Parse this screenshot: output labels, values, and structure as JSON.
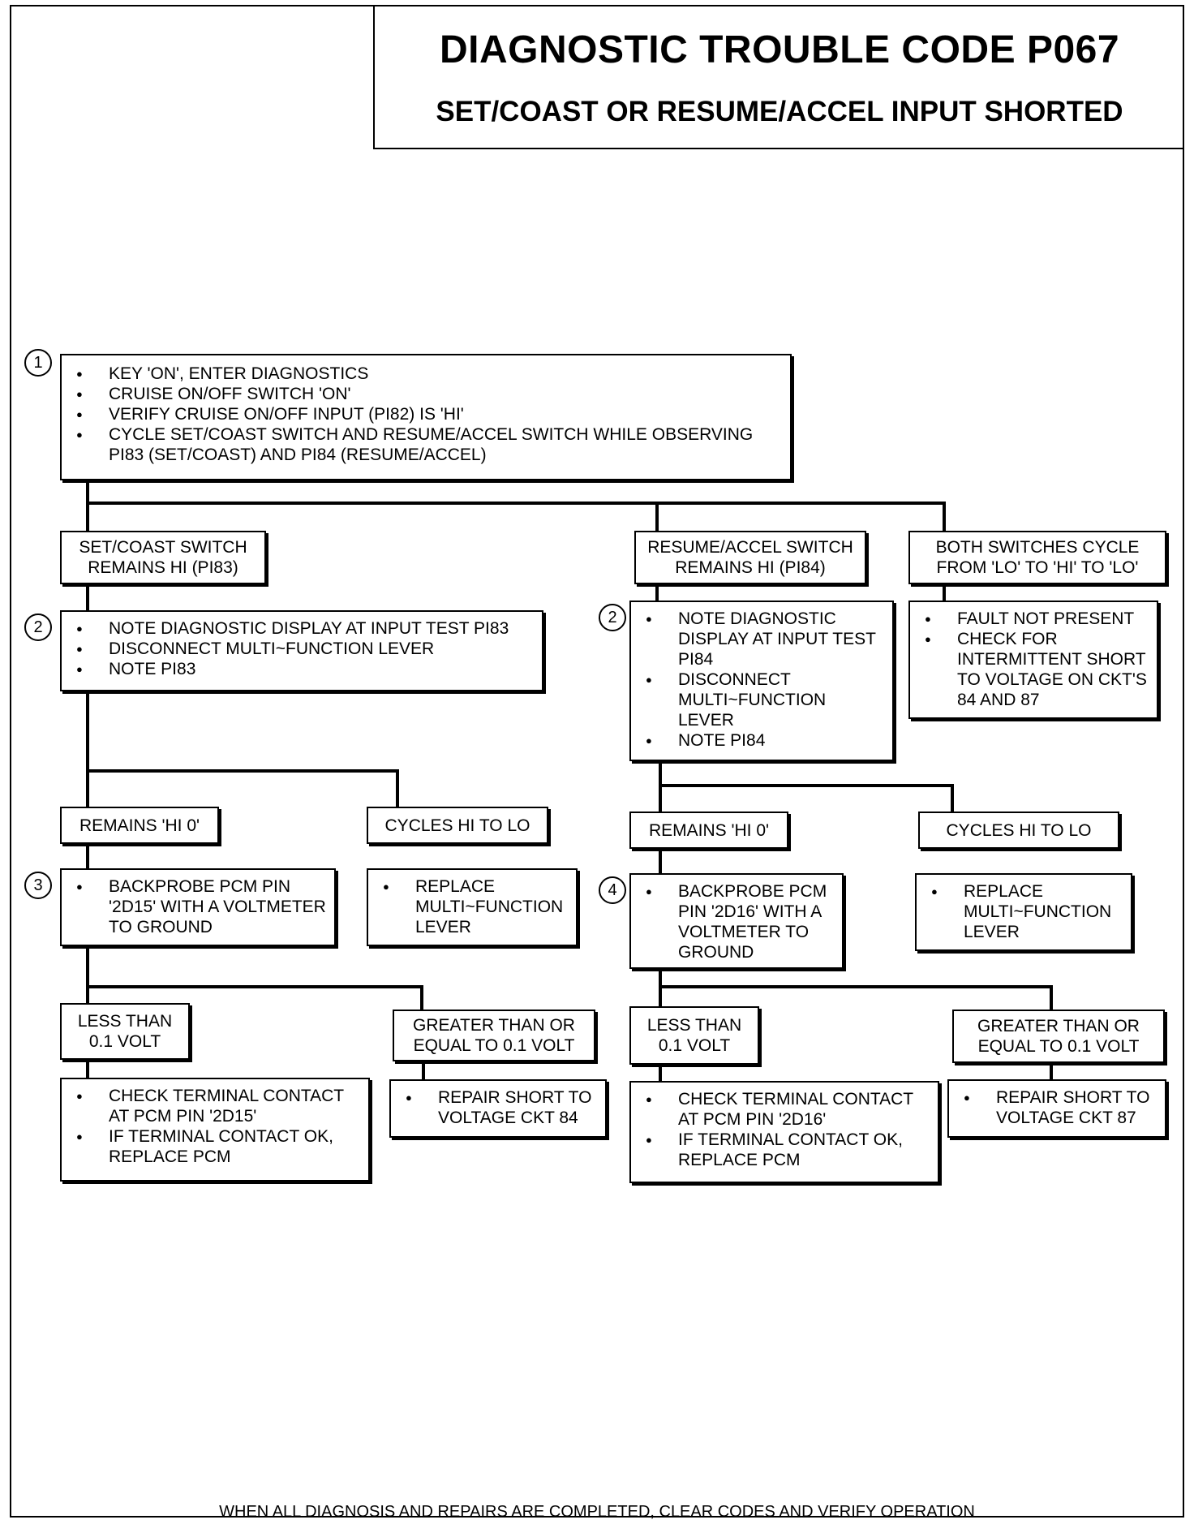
{
  "title": "DIAGNOSTIC TROUBLE CODE P067",
  "subtitle": "SET/COAST OR RESUME/ACCEL INPUT SHORTED",
  "step1": {
    "number": "1",
    "items": [
      "KEY 'ON', ENTER DIAGNOSTICS",
      "CRUISE ON/OFF SWITCH 'ON'",
      "VERIFY CRUISE ON/OFF INPUT (PI82) IS 'HI'",
      "CYCLE SET/COAST SWITCH AND RESUME/ACCEL SWITCH WHILE OBSERVING PI83 (SET/COAST) AND PI84 (RESUME/ACCEL)"
    ]
  },
  "branches": {
    "set_coast": "SET/COAST SWITCH REMAINS HI (PI83)",
    "resume_accel": "RESUME/ACCEL SWITCH REMAINS HI (PI84)",
    "both_cycle": "BOTH SWITCHES CYCLE FROM 'LO' TO 'HI' TO 'LO'"
  },
  "step2_left": {
    "number": "2",
    "items": [
      "NOTE DIAGNOSTIC DISPLAY AT INPUT TEST PI83",
      "DISCONNECT MULTI~FUNCTION LEVER",
      "NOTE PI83"
    ]
  },
  "step2_right": {
    "number": "2",
    "items": [
      "NOTE DIAGNOSTIC DISPLAY AT INPUT TEST PI84",
      "DISCONNECT MULTI~FUNCTION LEVER",
      "NOTE PI84"
    ]
  },
  "fault_box": {
    "items": [
      "FAULT NOT PRESENT",
      "CHECK FOR INTERMITTENT SHORT TO VOLTAGE ON CKT'S 84 AND 87"
    ]
  },
  "left": {
    "remains": "REMAINS 'HI 0'",
    "cycles": "CYCLES HI TO LO",
    "step_number": "3",
    "backprobe": [
      "BACKPROBE PCM PIN '2D15' WITH A VOLTMETER TO GROUND"
    ],
    "replace": [
      "REPLACE MULTI~FUNCTION LEVER"
    ],
    "less": "LESS THAN 0.1 VOLT",
    "greater": "GREATER THAN OR EQUAL TO 0.1 VOLT",
    "check": [
      "CHECK TERMINAL CONTACT AT PCM PIN '2D15'",
      "IF TERMINAL CONTACT OK, REPLACE PCM"
    ],
    "repair": [
      "REPAIR SHORT TO VOLTAGE CKT 84"
    ]
  },
  "right": {
    "remains": "REMAINS 'HI 0'",
    "cycles": "CYCLES HI TO LO",
    "step_number": "4",
    "backprobe": [
      "BACKPROBE PCM PIN '2D16' WITH A VOLTMETER TO GROUND"
    ],
    "replace": [
      "REPLACE MULTI~FUNCTION LEVER"
    ],
    "less": "LESS THAN 0.1 VOLT",
    "greater": "GREATER THAN OR EQUAL TO 0.1 VOLT",
    "check": [
      "CHECK TERMINAL CONTACT AT PCM PIN '2D16'",
      "IF TERMINAL CONTACT OK, REPLACE PCM"
    ],
    "repair": [
      "REPAIR SHORT TO VOLTAGE CKT 87"
    ]
  },
  "footer": "WHEN ALL DIAGNOSIS AND REPAIRS ARE COMPLETED, CLEAR CODES AND VERIFY OPERATION"
}
